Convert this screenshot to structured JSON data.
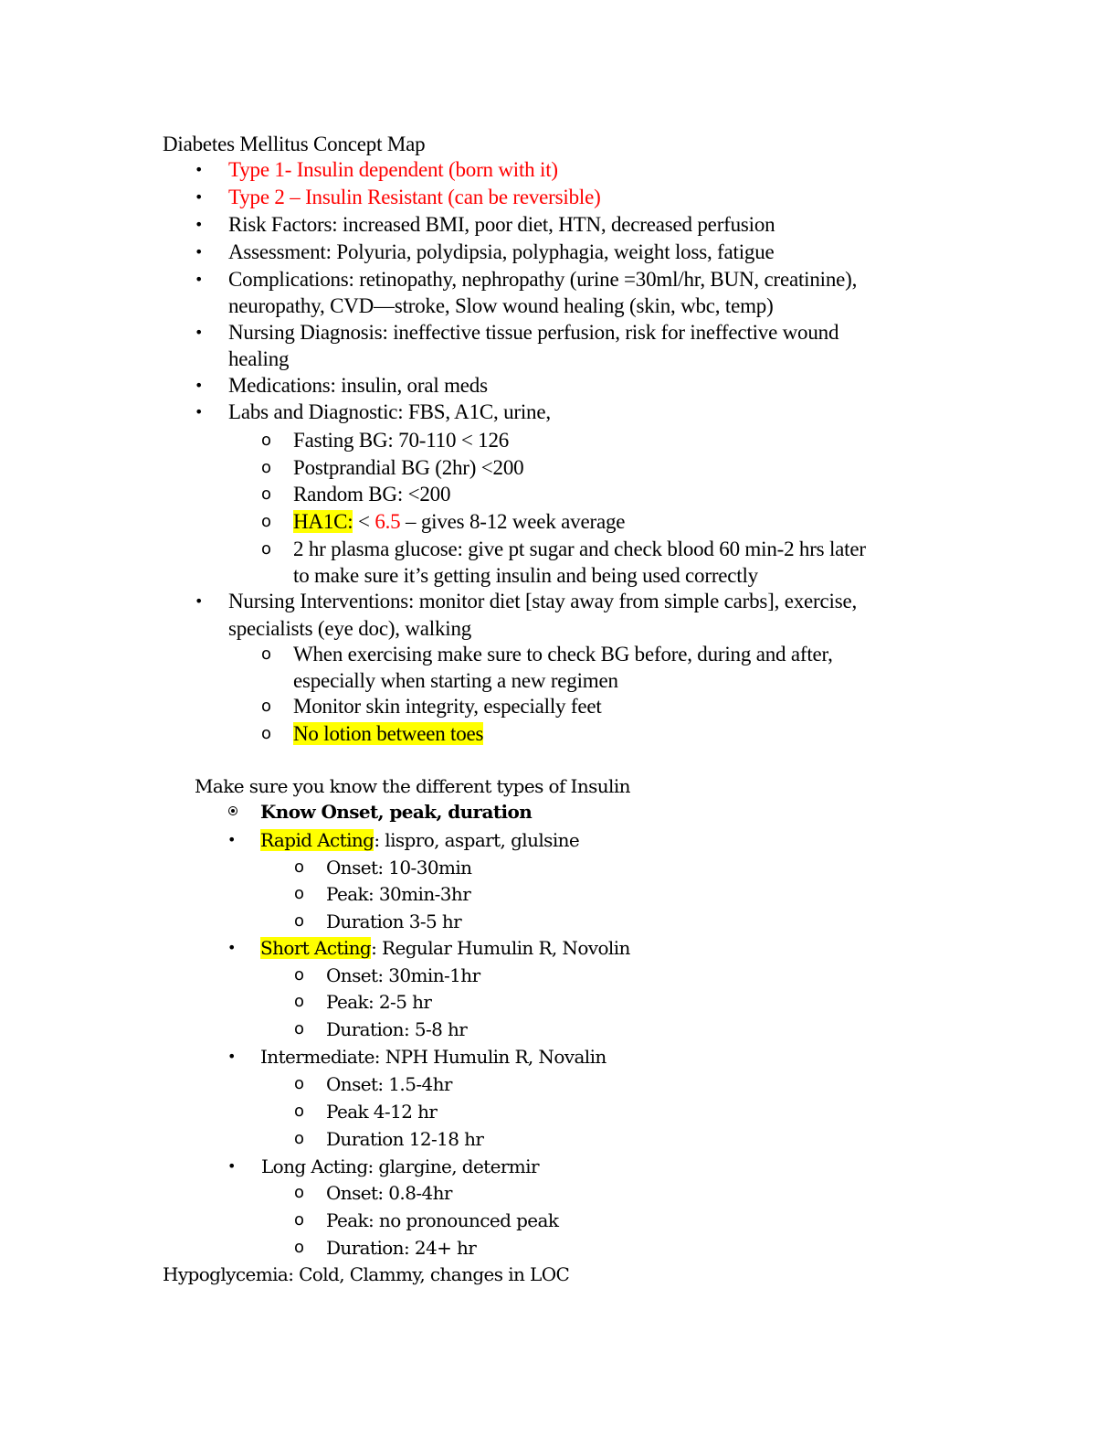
{
  "title": "Diabetes Mellitus Concept Map",
  "colors": {
    "red": "#ff0000",
    "highlight": "#ffff00",
    "text": "#000000"
  },
  "section1": {
    "items": [
      {
        "text": "Type 1- Insulin dependent (born with it)",
        "color": "red"
      },
      {
        "text": "Type 2 – Insulin Resistant (can be reversible)",
        "color": "red"
      },
      {
        "text": "Risk Factors: increased BMI, poor diet, HTN, decreased perfusion"
      },
      {
        "text": "Assessment: Polyuria, polydipsia, polyphagia, weight loss, fatigue"
      },
      {
        "line1": "Complications: retinopathy, nephropathy (urine =30ml/hr, BUN, creatinine),",
        "line2": "neuropathy, CVD—stroke, Slow wound healing (skin, wbc, temp)"
      },
      {
        "line1": "Nursing Diagnosis: ineffective tissue perfusion, risk for ineffective wound",
        "line2": "healing"
      },
      {
        "text": "Medications: insulin, oral meds"
      },
      {
        "text": "Labs and Diagnostic: FBS, A1C, urine,",
        "subitems": [
          {
            "text": "Fasting BG: 70-110  < 126"
          },
          {
            "text": "Postprandial BG (2hr) <200"
          },
          {
            "text": "Random BG: <200"
          },
          {
            "highlight": "HA1C:",
            "pre": " < ",
            "red": "6.5",
            "post": " – gives 8-12 week average"
          },
          {
            "line1": "2 hr plasma glucose: give pt sugar and check blood 60 min-2 hrs later",
            "line2": "to make sure it’s getting insulin and being used correctly"
          }
        ]
      },
      {
        "line1": "Nursing Interventions: monitor diet [stay away from simple carbs], exercise,",
        "line2": "specialists (eye doc), walking",
        "subitems": [
          {
            "line1": "When exercising make sure to check BG before, during and after,",
            "line2": "especially when starting a new regimen"
          },
          {
            "text": "Monitor skin integrity, especially feet"
          },
          {
            "highlight": "No lotion between toes"
          }
        ]
      }
    ]
  },
  "insulin": {
    "intro": "Make sure you know the different types of Insulin",
    "know": "Know Onset, peak, duration",
    "types": [
      {
        "highlight": "Rapid Acting",
        "rest": ": lispro, aspart, glulsine",
        "details": [
          "Onset: 10-30min",
          "Peak: 30min-3hr",
          "Duration 3-5 hr"
        ]
      },
      {
        "highlight": "Short Acting",
        "rest": ": Regular Humulin R, Novolin",
        "details": [
          "Onset: 30min-1hr",
          "Peak: 2-5 hr",
          "Duration: 5-8 hr"
        ]
      },
      {
        "label": "Intermediate: NPH Humulin R, Novalin",
        "details": [
          "Onset: 1.5-4hr",
          "Peak 4-12 hr",
          "Duration 12-18 hr"
        ]
      },
      {
        "label": "Long Acting: glargine, determir",
        "details": [
          "Onset: 0.8-4hr",
          "Peak: no pronounced peak",
          "Duration: 24+ hr"
        ]
      }
    ]
  },
  "hypoglycemia": "Hypoglycemia: Cold, Clammy, changes in LOC",
  "bullets": {
    "disc": "•",
    "circle": "o"
  }
}
